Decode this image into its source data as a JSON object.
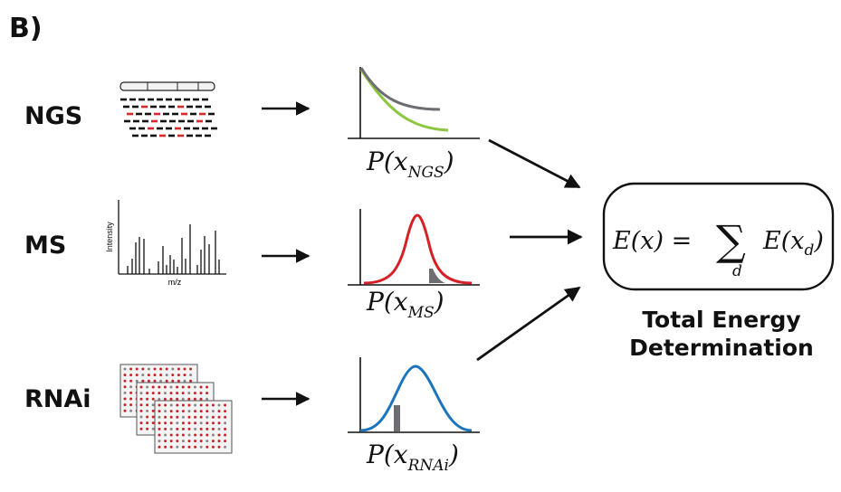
{
  "panel_label": "B)",
  "rows": [
    {
      "label": "NGS",
      "dist": "P(x",
      "sub": "NGS",
      "close": ")"
    },
    {
      "label": "MS",
      "dist": "P(x",
      "sub": "MS",
      "close": ")"
    },
    {
      "label": "RNAi",
      "dist": "P(x",
      "sub": "RNAi",
      "close": ")"
    }
  ],
  "ms_spectrum": {
    "ylabel": "Intensity",
    "xlabel": "m/z"
  },
  "energy": {
    "lhs": "E(x) = ",
    "sum": "∑",
    "sum_index": "d",
    "rhs_var": "E(x",
    "rhs_sub": "d",
    "rhs_close": ")"
  },
  "caption": {
    "line1": "Total Energy",
    "line2": "Determination"
  },
  "colors": {
    "green": "#8dc63f",
    "gray": "#6d6e71",
    "red": "#d62027",
    "blue": "#1c75bc",
    "read_red": "#e0242c"
  }
}
